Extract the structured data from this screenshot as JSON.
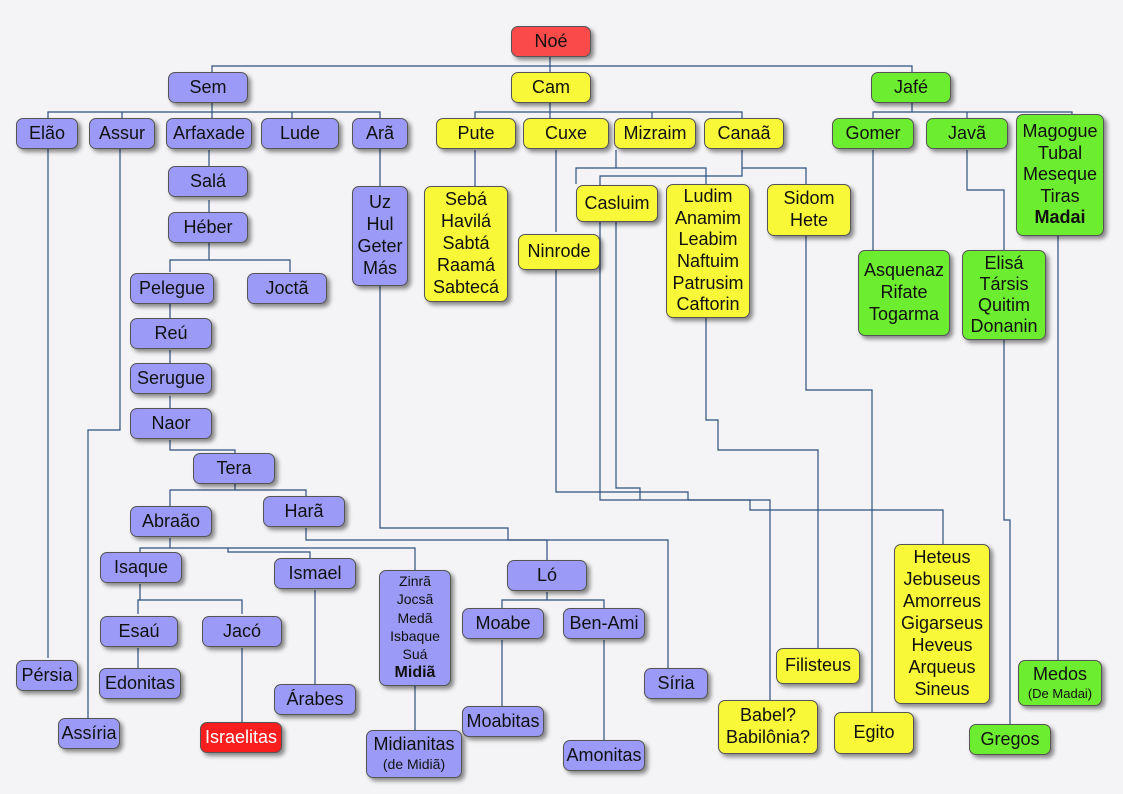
{
  "nodes": {
    "noe": "Noé",
    "sem": "Sem",
    "cam": "Cam",
    "jafe": "Jafé",
    "elao": "Elão",
    "assur": "Assur",
    "arfaxade": "Arfaxade",
    "lude": "Lude",
    "ara": "Arã",
    "pute": "Pute",
    "cuxe": "Cuxe",
    "mizraim": "Mizraim",
    "canaa": "Canaã",
    "gomer": "Gomer",
    "java": "Javã",
    "magogue": [
      "Magogue",
      "Tubal",
      "Meseque",
      "Tiras",
      "Madai"
    ],
    "sala": "Salá",
    "heber": "Héber",
    "pelegue": "Pelegue",
    "jocta": "Joctã",
    "reu": "Reú",
    "serugue": "Serugue",
    "naor": "Naor",
    "tera": "Tera",
    "abraao": "Abraão",
    "hara": "Harã",
    "isaque": "Isaque",
    "ismael": "Ismael",
    "midia": [
      "Zinrã",
      "Jocsã",
      "Medã",
      "Isbaque",
      "Suá",
      "Midiã"
    ],
    "lo": "Ló",
    "moabe": "Moabe",
    "benami": "Ben-Ami",
    "esau": "Esaú",
    "jaco": "Jacó",
    "edonitas": "Edonitas",
    "arabes": "Árabes",
    "israelitas": "Israelitas",
    "moabitas": "Moabitas",
    "amonitas": "Amonitas",
    "midianitas": [
      "Midianitas",
      "(de Midiã)"
    ],
    "persia": "Pérsia",
    "assiria": "Assíria",
    "uz": [
      "Uz",
      "Hul",
      "Geter",
      "Más"
    ],
    "siria": "Síria",
    "seba": [
      "Sebá",
      "Havilá",
      "Sabtá",
      "Raamá",
      "Sabtecá"
    ],
    "ninrode": "Ninrode",
    "casluim": "Casluim",
    "ludim": [
      "Ludim",
      "Anamim",
      "Leabim",
      "Naftuim",
      "Patrusim",
      "Caftorin"
    ],
    "sidom": [
      "Sidom",
      "Hete"
    ],
    "filisteus": "Filisteus",
    "babel": [
      "Babel?",
      "Babilônia?"
    ],
    "egito": "Egito",
    "heteus": [
      "Heteus",
      "Jebuseus",
      "Amorreus",
      "Gigarseus",
      "Heveus",
      "Arqueus",
      "Sineus"
    ],
    "asquenaz": [
      "Asquenaz",
      "Rifate",
      "Togarma"
    ],
    "elisa": [
      "Elisá",
      "Társis",
      "Quitim",
      "Donanin"
    ],
    "medos": [
      "Medos",
      "(De Madai)"
    ],
    "gregos": "Gregos"
  },
  "colors": {
    "purple": "#9b9bf7",
    "yellow": "#f8f838",
    "green": "#6ded30",
    "red": "#fb4a4a",
    "line": "#2f4f7f"
  }
}
